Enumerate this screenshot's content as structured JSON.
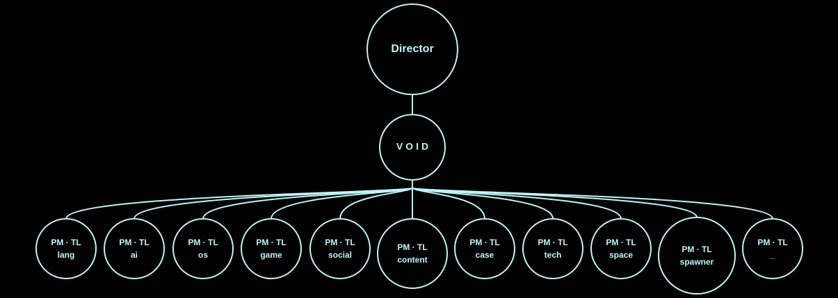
{
  "colors": {
    "background": "#000000",
    "stroke": "#bff6f9",
    "text": "#bff6f9"
  },
  "director": {
    "label": "Director"
  },
  "void": {
    "label": "VOID"
  },
  "teams": [
    {
      "role": "PM · TL",
      "name": "lang"
    },
    {
      "role": "PM · TL",
      "name": "ai"
    },
    {
      "role": "PM · TL",
      "name": "os"
    },
    {
      "role": "PM · TL",
      "name": "game"
    },
    {
      "role": "PM · TL",
      "name": "social"
    },
    {
      "role": "PM · TL",
      "name": "content"
    },
    {
      "role": "PM · TL",
      "name": "case"
    },
    {
      "role": "PM · TL",
      "name": "tech"
    },
    {
      "role": "PM · TL",
      "name": "space"
    },
    {
      "role": "PM · TL",
      "name": "spawner"
    },
    {
      "role": "PM · TL",
      "name": "_"
    }
  ]
}
